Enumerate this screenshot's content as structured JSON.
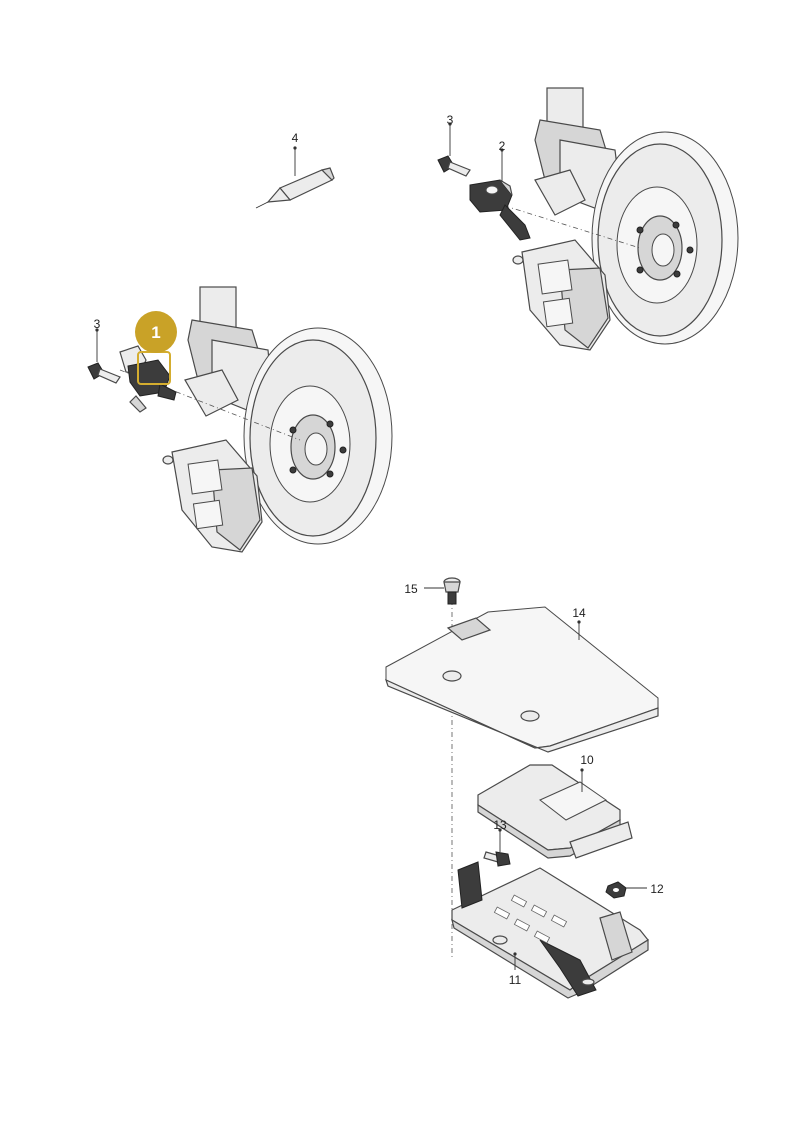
{
  "callouts": {
    "c1": "1",
    "c2": "2",
    "c3a": "3",
    "c3b": "3",
    "c4": "4",
    "c10": "10",
    "c11": "11",
    "c12": "12",
    "c13": "13",
    "c14": "14",
    "c15": "15"
  },
  "colors": {
    "highlight_badge": "#c9a227",
    "highlight_outline": "#d4ad2f",
    "part_fill": "#ececec",
    "line": "#333333"
  }
}
